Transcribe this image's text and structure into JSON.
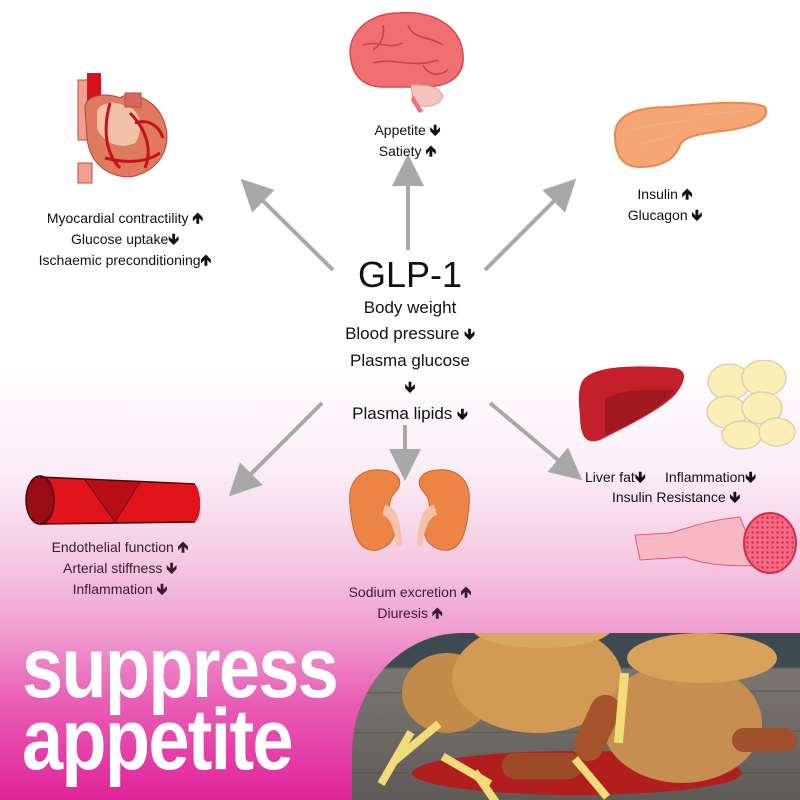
{
  "center": {
    "title": "GLP-1",
    "effects": [
      {
        "text": "Body weight",
        "arrow": ""
      },
      {
        "text": "Blood pressure",
        "arrow": "🡻"
      },
      {
        "text": "Plasma glucose",
        "arrow": ""
      },
      {
        "text": "",
        "arrow": "🡻"
      },
      {
        "text": "Plasma lipids",
        "arrow": "🡻"
      }
    ]
  },
  "organs": {
    "brain": {
      "icon": "brain-icon",
      "effects": [
        {
          "text": "Appetite",
          "arrow": "🡻"
        },
        {
          "text": "Satiety",
          "arrow": "🡹"
        }
      ]
    },
    "heart": {
      "icon": "heart-icon",
      "effects": [
        {
          "text": "Myocardial contractility",
          "arrow": "🡹"
        },
        {
          "text": "Glucose uptake",
          "arrow": "🡻"
        },
        {
          "text": "Ischaemic preconditioning",
          "arrow": "🡹"
        }
      ]
    },
    "pancreas": {
      "icon": "pancreas-icon",
      "effects": [
        {
          "text": "Insulin",
          "arrow": "🡹"
        },
        {
          "text": "Glucagon",
          "arrow": "🡻"
        }
      ]
    },
    "blood_vessel": {
      "icon": "blood-vessel-icon",
      "effects": [
        {
          "text": "Endothelial function",
          "arrow": "🡹"
        },
        {
          "text": "Arterial stiffness",
          "arrow": "🡻"
        },
        {
          "text": "Inflammation",
          "arrow": "🡻"
        }
      ]
    },
    "kidney": {
      "icon": "kidney-icon",
      "effects": [
        {
          "text": "Sodium excretion",
          "arrow": "🡹"
        },
        {
          "text": "Diuresis",
          "arrow": "🡹"
        }
      ]
    },
    "liver_fat_muscle": {
      "icons": [
        "liver-icon",
        "fat-cells-icon",
        "muscle-icon"
      ],
      "effects": [
        {
          "text": "Liver fat",
          "arrow": "🡻"
        },
        {
          "text": "Inflammation",
          "arrow": "🡻"
        },
        {
          "text": "Insulin Resistance",
          "arrow": "🡻"
        }
      ]
    }
  },
  "banner": {
    "line1": "suppress",
    "line2": "appetite"
  },
  "photo": {
    "subject": "fried-food-plate"
  },
  "colors": {
    "arrow_gray": "#a8a8a8",
    "pink_bottom": "#e0239a",
    "pink_mid": "#ef9fd0",
    "text_dark": "#111111"
  }
}
